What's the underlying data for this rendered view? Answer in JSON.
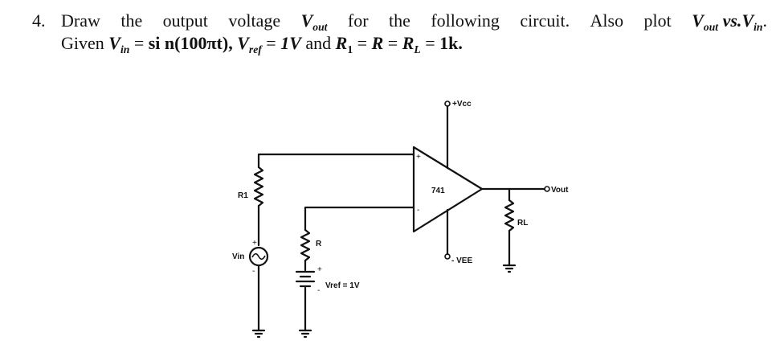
{
  "question": {
    "number": "4.",
    "line1": {
      "w1": "Draw",
      "w2": "the",
      "w3": "output",
      "w4": "voltage",
      "vout_v": "V",
      "vout_sub": "out",
      "w5": "for",
      "w6": "the",
      "w7": "following",
      "w8": "circuit.",
      "w9": "Also",
      "w10": "plot",
      "vout2_v": "V",
      "vout2_sub": "out",
      "vs": "vs.",
      "vin_v": "V",
      "vin_sub": "in",
      "end": "."
    },
    "line2": {
      "given": "Given",
      "vin_v": "V",
      "vin_sub": "in",
      "eq1": " = ",
      "sin_expr": "si n(100πt),",
      "vref_v": " V",
      "vref_sub": "ref",
      "eq2": " = ",
      "vref_val": "1V",
      "and": " and ",
      "r1_v": "R",
      "r1_sub": "1",
      "eq3": " = ",
      "r": "R",
      "eq4": " = ",
      "rl_v": "R",
      "rl_sub": "L",
      "eq5": " = ",
      "rval": "1k."
    }
  },
  "circuit": {
    "opamp": "741",
    "plus_sign": "+",
    "minus_sign": "-",
    "vcc": "+Vcc",
    "vee": "- VEE",
    "vout": "Vout",
    "r1": "R1",
    "r": "R",
    "rl": "RL",
    "vin": "Vin",
    "vref": "Vref = 1V",
    "src_plus": "+",
    "src_minus": "-",
    "bat_plus": "+",
    "bat_minus": "-"
  }
}
